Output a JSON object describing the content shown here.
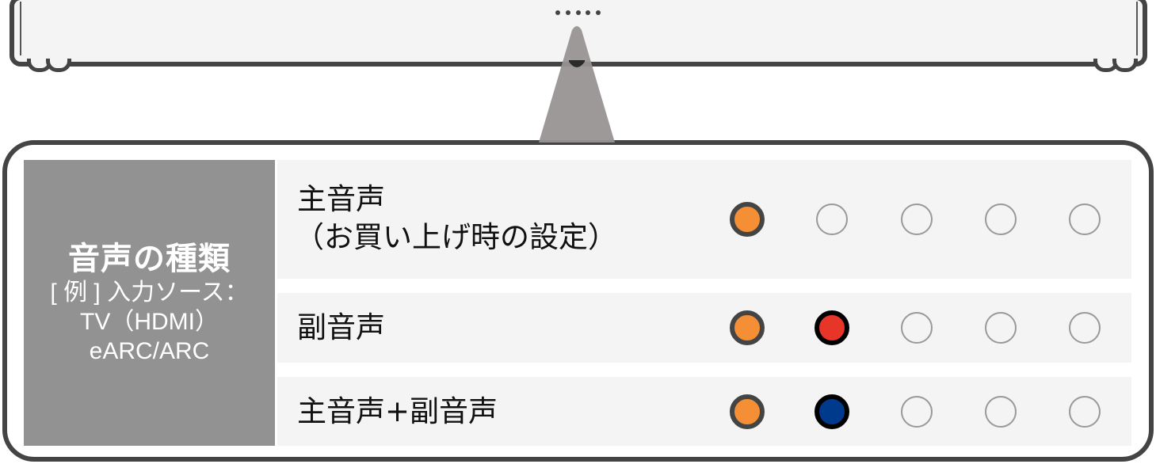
{
  "device": {
    "name": "soundbar",
    "indicator_dots": 5,
    "status_led": "center-lamp"
  },
  "panel": {
    "header": {
      "title": "音声の種類",
      "subtitle_lines": [
        "[ 例 ] 入力ソース：",
        "TV（HDMI）",
        "eARC/ARC"
      ]
    },
    "rows": [
      {
        "label_lines": [
          "主音声",
          "（お買い上げ時の設定）"
        ],
        "lamps": [
          "orange",
          "off",
          "off",
          "off",
          "off"
        ]
      },
      {
        "label_lines": [
          "副音声"
        ],
        "lamps": [
          "orange",
          "red",
          "off",
          "off",
          "off"
        ]
      },
      {
        "label_lines": [
          "主音声+副音声"
        ],
        "lamps": [
          "orange",
          "blue",
          "off",
          "off",
          "off"
        ]
      }
    ]
  },
  "colors": {
    "outline": "#444444",
    "header_bg": "#929292",
    "row_bg": "#f4f4f4",
    "cone": "#999494",
    "lamp_orange": "#f58f35",
    "lamp_red": "#e8352a",
    "lamp_blue": "#003a8c",
    "lamp_off_stroke": "#999999"
  }
}
